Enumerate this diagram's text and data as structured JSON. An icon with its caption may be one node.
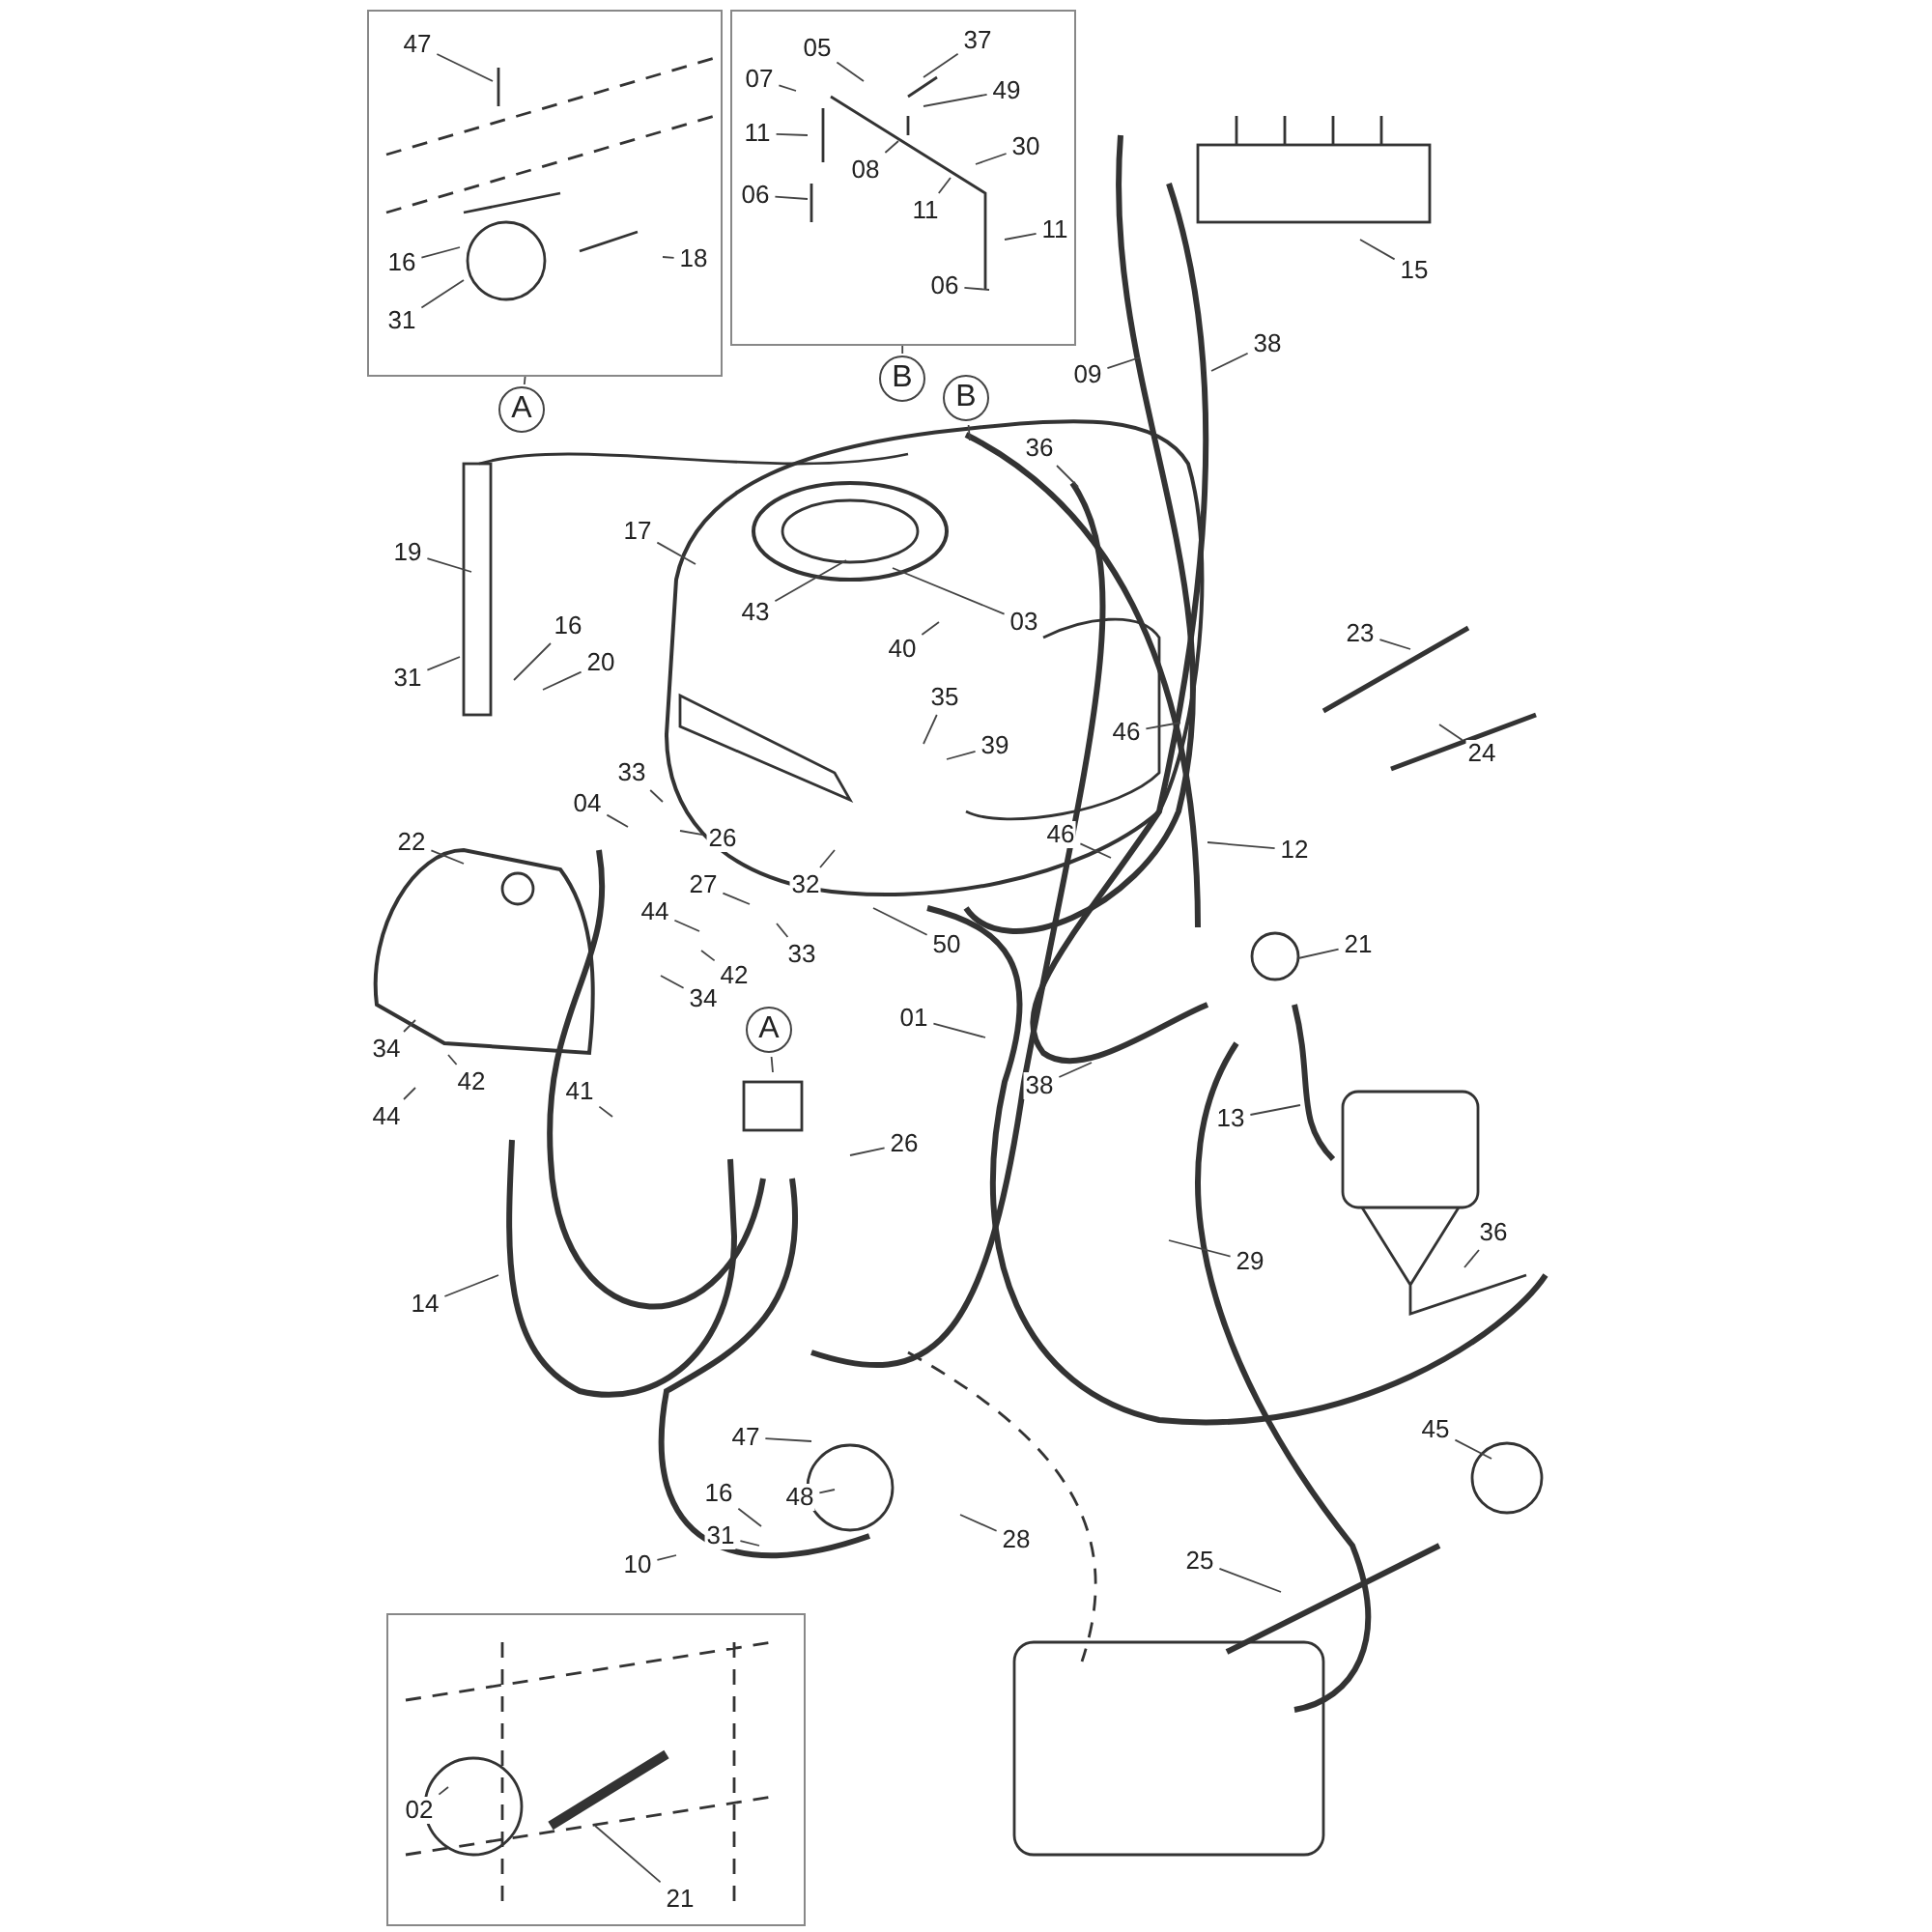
{
  "diagram": {
    "nodes": [
      {
        "text": [],
        "shape": "box"
      },
      {
        "text": [
          "47"
        ],
        "in": 0
      },
      {
        "text": [
          "16"
        ],
        "in": 0
      },
      {
        "text": [
          "31"
        ],
        "in": 0
      },
      {
        "text": [
          "18"
        ],
        "in": 0
      },
      {
        "text": [],
        "shape": "box"
      },
      {
        "text": [
          "05"
        ],
        "in": 5
      },
      {
        "text": [
          "37"
        ],
        "in": 5
      },
      {
        "text": [
          "07"
        ],
        "in": 5
      },
      {
        "text": [
          "49"
        ],
        "in": 5
      },
      {
        "text": [
          "11"
        ],
        "in": 5
      },
      {
        "text": [
          "30"
        ],
        "in": 5
      },
      {
        "text": [
          "08"
        ],
        "in": 5
      },
      {
        "text": [
          "06"
        ],
        "in": 5
      },
      {
        "text": [
          "11"
        ],
        "in": 5
      },
      {
        "text": [
          "11"
        ],
        "in": 5
      },
      {
        "text": [
          "06"
        ],
        "in": 5
      },
      {
        "text": [
          "A"
        ]
      },
      {
        "text": [
          "B"
        ]
      },
      {
        "text": [
          "B"
        ]
      },
      {
        "text": [
          "09"
        ]
      },
      {
        "text": [
          "38"
        ]
      },
      {
        "text": [
          "15"
        ]
      },
      {
        "text": [
          "36"
        ]
      },
      {
        "text": [
          "17"
        ]
      },
      {
        "text": [
          "19"
        ]
      },
      {
        "text": [
          "43"
        ]
      },
      {
        "text": [
          "03"
        ]
      },
      {
        "text": [
          "16"
        ]
      },
      {
        "text": [
          "20"
        ]
      },
      {
        "text": [
          "31"
        ]
      },
      {
        "text": [
          "40"
        ]
      },
      {
        "text": [
          "35"
        ]
      },
      {
        "text": [
          "23"
        ]
      },
      {
        "text": [
          "39"
        ]
      },
      {
        "text": [
          "24"
        ]
      },
      {
        "text": [
          "46"
        ]
      },
      {
        "text": [
          "33"
        ]
      },
      {
        "text": [
          "04"
        ]
      },
      {
        "text": [
          "26"
        ]
      },
      {
        "text": [
          "22"
        ]
      },
      {
        "text": [
          "46"
        ]
      },
      {
        "text": [
          "12"
        ]
      },
      {
        "text": [
          "27"
        ]
      },
      {
        "text": [
          "32"
        ]
      },
      {
        "text": [
          "44"
        ]
      },
      {
        "text": [
          "33"
        ]
      },
      {
        "text": [
          "50"
        ]
      },
      {
        "text": [
          "42"
        ]
      },
      {
        "text": [
          "34"
        ]
      },
      {
        "text": [
          "21"
        ]
      },
      {
        "text": [
          "01"
        ]
      },
      {
        "text": [
          "38"
        ]
      },
      {
        "text": [
          "34"
        ]
      },
      {
        "text": [
          "42"
        ]
      },
      {
        "text": [
          "A"
        ]
      },
      {
        "text": [
          "44"
        ]
      },
      {
        "text": [
          "41"
        ]
      },
      {
        "text": [
          "26"
        ]
      },
      {
        "text": [
          "13"
        ]
      },
      {
        "text": [
          "36"
        ]
      },
      {
        "text": [
          "29"
        ]
      },
      {
        "text": [
          "14"
        ]
      },
      {
        "text": [
          "45"
        ]
      },
      {
        "text": [
          "47"
        ]
      },
      {
        "text": [
          "16"
        ]
      },
      {
        "text": [
          "48"
        ]
      },
      {
        "text": [
          "31"
        ]
      },
      {
        "text": [
          "28"
        ]
      },
      {
        "text": [
          "10"
        ]
      },
      {
        "text": [
          "25"
        ]
      },
      {
        "text": [],
        "shape": "box"
      },
      {
        "text": [
          "02"
        ],
        "in": 71
      },
      {
        "text": [
          "21"
        ],
        "in": 71
      }
    ],
    "edges": [
      {
        "from": 1,
        "to": null,
        "arrow": "none"
      },
      {
        "from": 2,
        "to": null,
        "arrow": "none"
      },
      {
        "from": 3,
        "to": null,
        "arrow": "none"
      },
      {
        "from": 4,
        "to": null,
        "arrow": "none"
      },
      {
        "from": 6,
        "to": null,
        "arrow": "none"
      },
      {
        "from": 7,
        "to": null,
        "arrow": "none"
      },
      {
        "from": 8,
        "to": null,
        "arrow": "none"
      },
      {
        "from": 9,
        "to": null,
        "arrow": "none"
      },
      {
        "from": 10,
        "to": null,
        "arrow": "none"
      },
      {
        "from": 11,
        "to": null,
        "arrow": "none"
      },
      {
        "from": 12,
        "to": null,
        "arrow": "none"
      },
      {
        "from": 13,
        "to": null,
        "arrow": "none"
      },
      {
        "from": 14,
        "to": null,
        "arrow": "none"
      },
      {
        "from": 15,
        "to": null,
        "arrow": "none"
      },
      {
        "from": 16,
        "to": null,
        "arrow": "none"
      },
      {
        "from": 17,
        "to": 0,
        "arrow": "none"
      },
      {
        "from": 18,
        "to": 5,
        "arrow": "none"
      },
      {
        "from": 19,
        "to": null,
        "arrow": "none"
      },
      {
        "from": 20,
        "to": null,
        "arrow": "none"
      },
      {
        "from": 21,
        "to": null,
        "arrow": "none"
      },
      {
        "from": 22,
        "to": null,
        "arrow": "none"
      },
      {
        "from": 23,
        "to": null,
        "arrow": "none"
      },
      {
        "from": 24,
        "to": null,
        "arrow": "none"
      },
      {
        "from": 25,
        "to": null,
        "arrow": "none"
      },
      {
        "from": 26,
        "to": null,
        "arrow": "none"
      },
      {
        "from": 27,
        "to": null,
        "arrow": "none"
      },
      {
        "from": 28,
        "to": null,
        "arrow": "none"
      },
      {
        "from": 29,
        "to": null,
        "arrow": "none"
      },
      {
        "from": 30,
        "to": null,
        "arrow": "none"
      },
      {
        "from": 31,
        "to": null,
        "arrow": "none"
      },
      {
        "from": 32,
        "to": null,
        "arrow": "none"
      },
      {
        "from": 33,
        "to": null,
        "arrow": "none"
      },
      {
        "from": 34,
        "to": null,
        "arrow": "none"
      },
      {
        "from": 35,
        "to": null,
        "arrow": "none"
      },
      {
        "from": 36,
        "to": null,
        "arrow": "none"
      },
      {
        "from": 37,
        "to": null,
        "arrow": "none"
      },
      {
        "from": 38,
        "to": null,
        "arrow": "none"
      },
      {
        "from": 39,
        "to": null,
        "arrow": "none"
      },
      {
        "from": 40,
        "to": null,
        "arrow": "none"
      },
      {
        "from": 41,
        "to": null,
        "arrow": "none"
      },
      {
        "from": 42,
        "to": null,
        "arrow": "none"
      },
      {
        "from": 43,
        "to": null,
        "arrow": "none"
      },
      {
        "from": 44,
        "to": null,
        "arrow": "none"
      },
      {
        "from": 45,
        "to": null,
        "arrow": "none"
      },
      {
        "from": 46,
        "to": null,
        "arrow": "none"
      },
      {
        "from": 47,
        "to": null,
        "arrow": "none"
      },
      {
        "from": 48,
        "to": null,
        "arrow": "none"
      },
      {
        "from": 49,
        "to": null,
        "arrow": "none"
      },
      {
        "from": 50,
        "to": null,
        "arrow": "none"
      },
      {
        "from": 51,
        "to": null,
        "arrow": "none"
      },
      {
        "from": 52,
        "to": null,
        "arrow": "none"
      },
      {
        "from": 53,
        "to": null,
        "arrow": "none"
      },
      {
        "from": 54,
        "to": null,
        "arrow": "none"
      },
      {
        "from": 55,
        "to": null,
        "arrow": "none"
      },
      {
        "from": 56,
        "to": null,
        "arrow": "none"
      },
      {
        "from": 57,
        "to": null,
        "arrow": "none"
      },
      {
        "from": 58,
        "to": null,
        "arrow": "none"
      },
      {
        "from": 59,
        "to": null,
        "arrow": "none"
      },
      {
        "from": 60,
        "to": null,
        "arrow": "none"
      },
      {
        "from": 61,
        "to": null,
        "arrow": "none"
      },
      {
        "from": 62,
        "to": null,
        "arrow": "none"
      },
      {
        "from": 63,
        "to": null,
        "arrow": "none"
      },
      {
        "from": 64,
        "to": null,
        "arrow": "none"
      },
      {
        "from": 65,
        "to": null,
        "arrow": "none"
      },
      {
        "from": 66,
        "to": null,
        "arrow": "none"
      },
      {
        "from": 67,
        "to": null,
        "arrow": "none"
      },
      {
        "from": 68,
        "to": null,
        "arrow": "none"
      },
      {
        "from": 69,
        "to": null,
        "arrow": "none"
      },
      {
        "from": 70,
        "to": null,
        "arrow": "none"
      },
      {
        "from": 72,
        "to": null,
        "arrow": "none"
      },
      {
        "from": 73,
        "to": null,
        "arrow": "none"
      }
    ]
  }
}
